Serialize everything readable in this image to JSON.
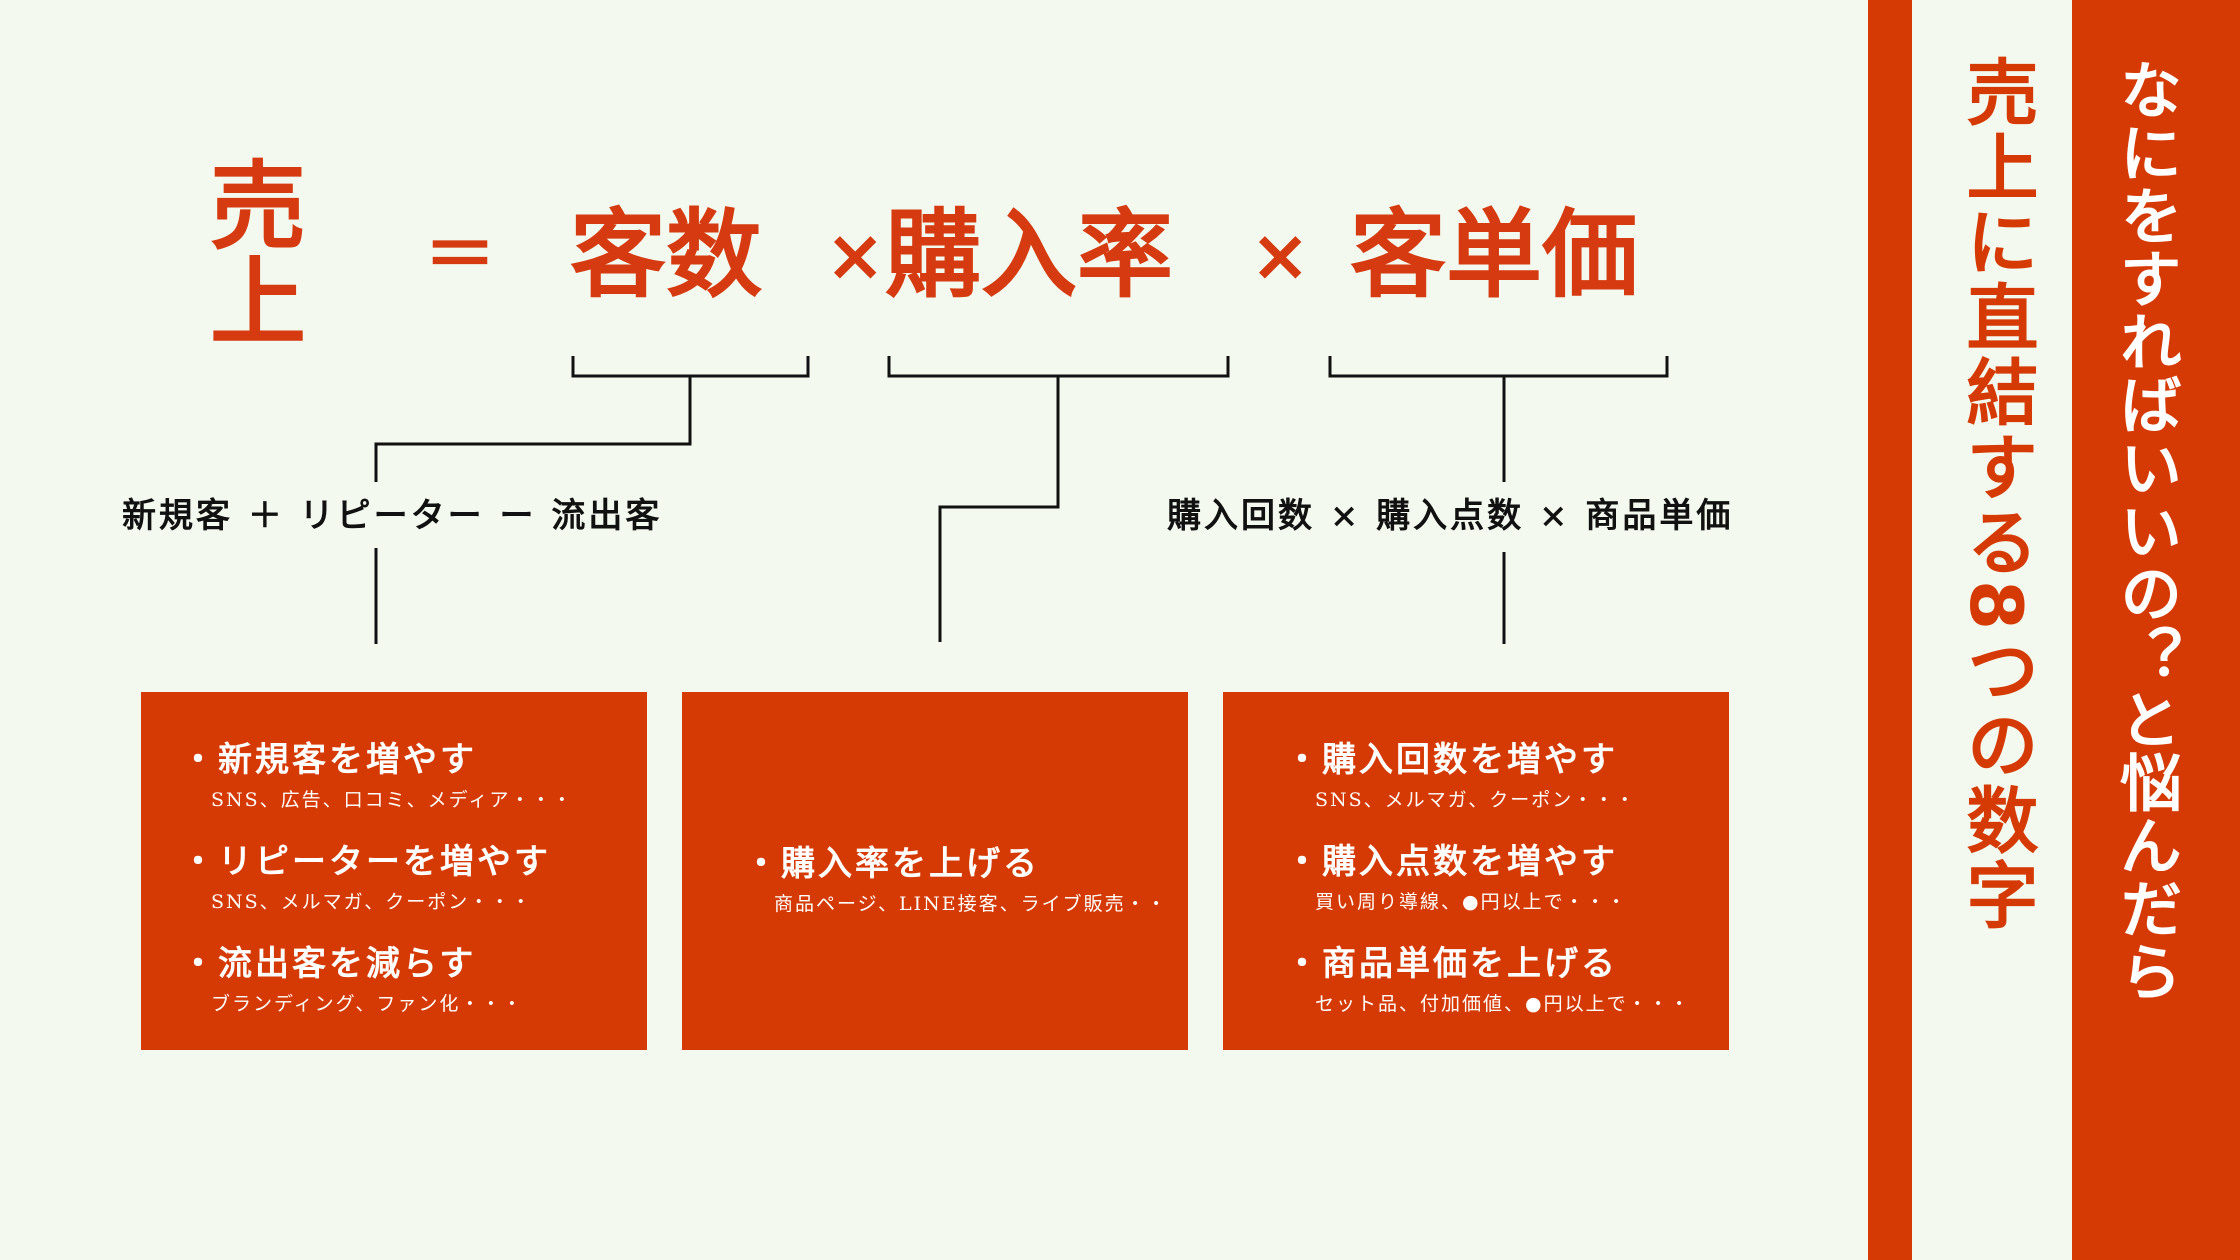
{
  "formula": {
    "sales": "売上",
    "equals": "＝",
    "customers": "客数",
    "times1": "×",
    "purchase_rate": "購入率",
    "times2": "×",
    "unit_price": "客単価"
  },
  "sub_formulas": {
    "customers": "新規客 ＋ リピーター ー 流出客",
    "unit_price": "購入回数 × 購入点数 × 商品単価"
  },
  "boxes": {
    "customers": [
      {
        "head": "・新規客を増やす",
        "sub": "SNS、広告、口コミ、メディア・・・"
      },
      {
        "head": "・リピーターを増やす",
        "sub": "SNS、メルマガ、クーポン・・・"
      },
      {
        "head": "・流出客を減らす",
        "sub": "ブランディング、ファン化・・・"
      }
    ],
    "purchase_rate": [
      {
        "head": "・購入率を上げる",
        "sub": "商品ページ、LINE接客、ライブ販売・・"
      }
    ],
    "unit_price": [
      {
        "head": "・購入回数を増やす",
        "sub": "SNS、メルマガ、クーポン・・・"
      },
      {
        "head": "・購入点数を増やす",
        "sub": "買い周り導線、●円以上で・・・"
      },
      {
        "head": "・商品単価を上げる",
        "sub": "セット品、付加価値、●円以上で・・・"
      }
    ]
  },
  "side_title": {
    "main": "売上に直結する8つの数字",
    "sub": "なにをすればいいの？と悩んだら"
  },
  "colors": {
    "accent": "#d63a04",
    "background": "#f3f9ee",
    "text": "#111111"
  }
}
